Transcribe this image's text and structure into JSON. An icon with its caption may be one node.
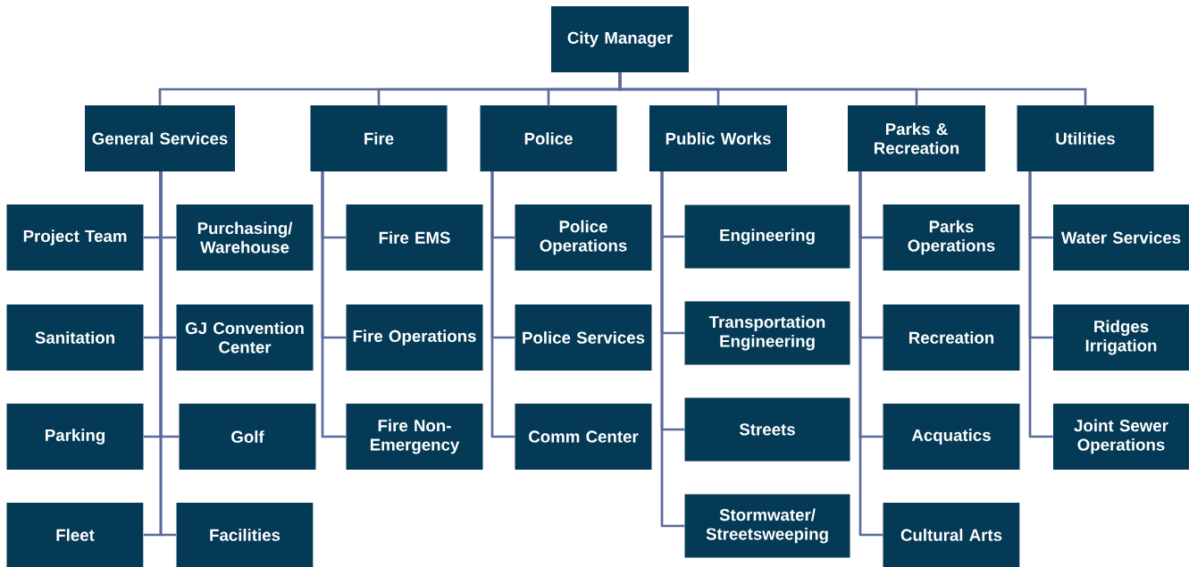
{
  "diagram": {
    "nodes": [
      {
        "text": [
          "City Manager"
        ]
      },
      {
        "text": [
          "General Services"
        ]
      },
      {
        "text": [
          "Fire"
        ]
      },
      {
        "text": [
          "Police"
        ]
      },
      {
        "text": [
          "Public Works"
        ]
      },
      {
        "text": [
          "Parks & Recreation"
        ]
      },
      {
        "text": [
          "Utilities"
        ]
      },
      {
        "text": [
          "Project Team"
        ]
      },
      {
        "text": [
          "Purchasing/ Warehouse"
        ]
      },
      {
        "text": [
          "Sanitation"
        ]
      },
      {
        "text": [
          "GJ Convention Center"
        ]
      },
      {
        "text": [
          "Parking"
        ]
      },
      {
        "text": [
          "Golf"
        ]
      },
      {
        "text": [
          "Fleet"
        ]
      },
      {
        "text": [
          "Facilities"
        ]
      },
      {
        "text": [
          "Fire EMS"
        ]
      },
      {
        "text": [
          "Fire Operations"
        ]
      },
      {
        "text": [
          "Fire Non-Emergency"
        ]
      },
      {
        "text": [
          "Police Operations"
        ]
      },
      {
        "text": [
          "Police Services"
        ]
      },
      {
        "text": [
          "Comm Center"
        ]
      },
      {
        "text": [
          "Engineering"
        ]
      },
      {
        "text": [
          "Transportation Engineering"
        ]
      },
      {
        "text": [
          "Streets"
        ]
      },
      {
        "text": [
          "Stormwater/ Streetsweeping"
        ]
      },
      {
        "text": [
          "Parks Operations"
        ]
      },
      {
        "text": [
          "Recreation"
        ]
      },
      {
        "text": [
          "Acquatics"
        ]
      },
      {
        "text": [
          "Cultural Arts"
        ]
      },
      {
        "text": [
          "Water Services"
        ]
      },
      {
        "text": [
          "Ridges Irrigation"
        ]
      },
      {
        "text": [
          "Joint Sewer Operations"
        ]
      }
    ],
    "edges": [
      {
        "from": 0,
        "to": 1,
        "arrow": "none"
      },
      {
        "from": 0,
        "to": 2,
        "arrow": "none"
      },
      {
        "from": 0,
        "to": 3,
        "arrow": "none"
      },
      {
        "from": 0,
        "to": 4,
        "arrow": "none"
      },
      {
        "from": 0,
        "to": 5,
        "arrow": "none"
      },
      {
        "from": 0,
        "to": 6,
        "arrow": "none"
      },
      {
        "from": 1,
        "to": 7,
        "arrow": "none"
      },
      {
        "from": 1,
        "to": 8,
        "arrow": "none"
      },
      {
        "from": 1,
        "to": 9,
        "arrow": "none"
      },
      {
        "from": 1,
        "to": 10,
        "arrow": "none"
      },
      {
        "from": 1,
        "to": 11,
        "arrow": "none"
      },
      {
        "from": 1,
        "to": 12,
        "arrow": "none"
      },
      {
        "from": 1,
        "to": 13,
        "arrow": "none"
      },
      {
        "from": 1,
        "to": 14,
        "arrow": "none"
      },
      {
        "from": 2,
        "to": 15,
        "arrow": "none"
      },
      {
        "from": 2,
        "to": 16,
        "arrow": "none"
      },
      {
        "from": 2,
        "to": 17,
        "arrow": "none"
      },
      {
        "from": 3,
        "to": 18,
        "arrow": "none"
      },
      {
        "from": 3,
        "to": 19,
        "arrow": "none"
      },
      {
        "from": 3,
        "to": 20,
        "arrow": "none"
      },
      {
        "from": 4,
        "to": 21,
        "arrow": "none"
      },
      {
        "from": 4,
        "to": 22,
        "arrow": "none"
      },
      {
        "from": 4,
        "to": 23,
        "arrow": "none"
      },
      {
        "from": 4,
        "to": 24,
        "arrow": "none"
      },
      {
        "from": 5,
        "to": 25,
        "arrow": "none"
      },
      {
        "from": 5,
        "to": 26,
        "arrow": "none"
      },
      {
        "from": 5,
        "to": 27,
        "arrow": "none"
      },
      {
        "from": 5,
        "to": 28,
        "arrow": "none"
      },
      {
        "from": 6,
        "to": 29,
        "arrow": "none"
      },
      {
        "from": 6,
        "to": 30,
        "arrow": "none"
      },
      {
        "from": 6,
        "to": 31,
        "arrow": "none"
      }
    ]
  }
}
